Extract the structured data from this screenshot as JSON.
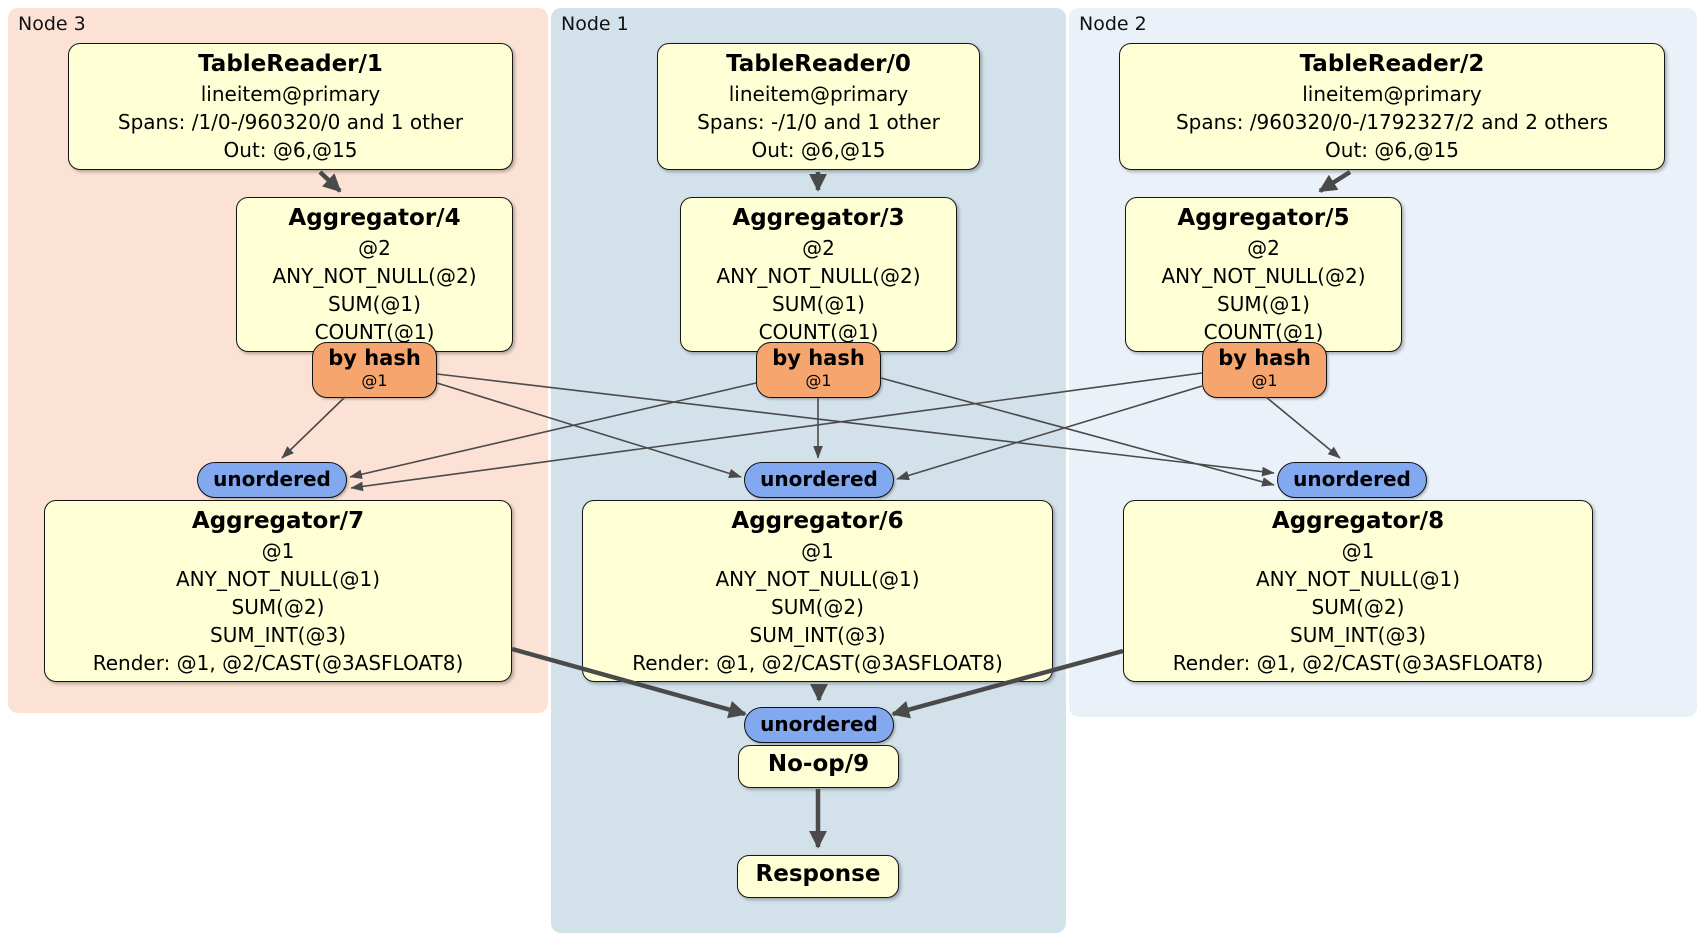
{
  "diagram": {
    "regions": [
      {
        "id": "node3",
        "label": "Node 3"
      },
      {
        "id": "node1",
        "label": "Node 1"
      },
      {
        "id": "node2",
        "label": "Node 2"
      }
    ],
    "labels": {
      "by_hash": "by hash",
      "by_hash_arg": "@1",
      "unordered": "unordered"
    },
    "nodes": {
      "tr1": {
        "title": "TableReader/1",
        "lines": [
          "lineitem@primary",
          "Spans: /1/0-/960320/0 and 1 other",
          "Out: @6,@15"
        ]
      },
      "tr0": {
        "title": "TableReader/0",
        "lines": [
          "lineitem@primary",
          "Spans: -/1/0 and 1 other",
          "Out: @6,@15"
        ]
      },
      "tr2": {
        "title": "TableReader/2",
        "lines": [
          "lineitem@primary",
          "Spans: /960320/0-/1792327/2 and 2 others",
          "Out: @6,@15"
        ]
      },
      "agg4": {
        "title": "Aggregator/4",
        "lines": [
          "@2",
          "ANY_NOT_NULL(@2)",
          "SUM(@1)",
          "COUNT(@1)"
        ]
      },
      "agg3": {
        "title": "Aggregator/3",
        "lines": [
          "@2",
          "ANY_NOT_NULL(@2)",
          "SUM(@1)",
          "COUNT(@1)"
        ]
      },
      "agg5": {
        "title": "Aggregator/5",
        "lines": [
          "@2",
          "ANY_NOT_NULL(@2)",
          "SUM(@1)",
          "COUNT(@1)"
        ]
      },
      "agg7": {
        "title": "Aggregator/7",
        "lines": [
          "@1",
          "ANY_NOT_NULL(@1)",
          "SUM(@2)",
          "SUM_INT(@3)",
          "Render: @1, @2/CAST(@3ASFLOAT8)"
        ]
      },
      "agg6": {
        "title": "Aggregator/6",
        "lines": [
          "@1",
          "ANY_NOT_NULL(@1)",
          "SUM(@2)",
          "SUM_INT(@3)",
          "Render: @1, @2/CAST(@3ASFLOAT8)"
        ]
      },
      "agg8": {
        "title": "Aggregator/8",
        "lines": [
          "@1",
          "ANY_NOT_NULL(@1)",
          "SUM(@2)",
          "SUM_INT(@3)",
          "Render: @1, @2/CAST(@3ASFLOAT8)"
        ]
      },
      "noop": {
        "title": "No-op/9"
      },
      "response": {
        "title": "Response"
      }
    },
    "colors": {
      "region_node3": "#fbe2d4",
      "region_node1": "#d3e1eb",
      "region_node2": "#eaf1f9",
      "node_fill": "#ffffd6",
      "router_fill": "#f5a56d",
      "stream_fill": "#82a8ef",
      "edge": "#4a4a4a"
    }
  }
}
